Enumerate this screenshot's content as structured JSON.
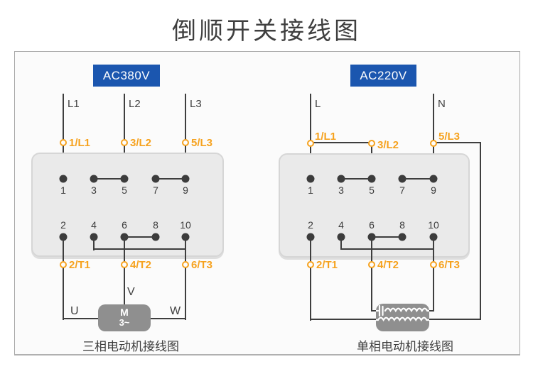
{
  "title": "倒顺开关接线图",
  "colors": {
    "badge_blue": "#1b56af",
    "terminal_orange": "#f6a21e",
    "wire_dark": "#3e3e3e",
    "switch_body_grey": "#eaeaea",
    "motor_grey": "#8f8f8f"
  },
  "left": {
    "badge": "AC380V",
    "inputs": [
      "L1",
      "L2",
      "L3"
    ],
    "top_terminals": [
      "1/L1",
      "3/L2",
      "5/L3"
    ],
    "top_contacts": [
      "1",
      "3",
      "5",
      "7",
      "9"
    ],
    "bottom_contacts": [
      "2",
      "4",
      "6",
      "8",
      "10"
    ],
    "bottom_terminals": [
      "2/T1",
      "4/T2",
      "6/T3"
    ],
    "motor_leads": [
      "U",
      "V",
      "W"
    ],
    "motor_label": "M",
    "motor_phase": "3~",
    "caption": "三相电动机接线图"
  },
  "right": {
    "badge": "AC220V",
    "inputs": [
      "L",
      "N"
    ],
    "top_terminals": [
      "1/L1",
      "3/L2",
      "5/L3"
    ],
    "top_contacts": [
      "1",
      "3",
      "5",
      "7",
      "9"
    ],
    "bottom_contacts": [
      "2",
      "4",
      "6",
      "8",
      "10"
    ],
    "bottom_terminals": [
      "2/T1",
      "4/T2",
      "6/T3"
    ],
    "caption": "单相电动机接线图"
  }
}
